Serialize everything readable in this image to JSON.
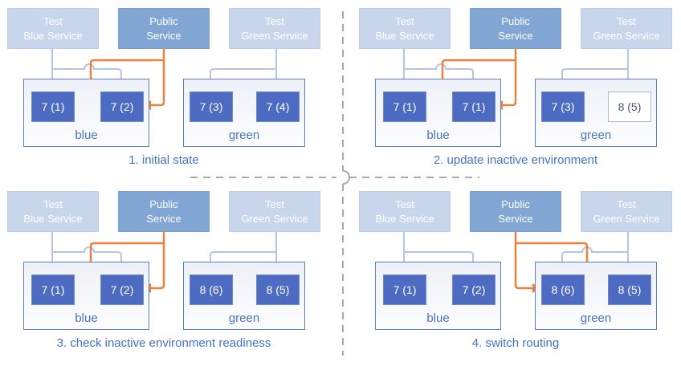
{
  "colors": {
    "service_test_fill": "#c8d6ec",
    "service_public_fill": "#82a6d4",
    "pod_fill": "#4d6bc0",
    "pod_new_border": "#a9bdd9",
    "connector_blue": "#b3c6e3",
    "connector_orange": "#e8823c",
    "env_border": "#5b81c8",
    "caption_blue": "#4472c4",
    "divider_gray": "#a9a9a9"
  },
  "quadrants": [
    {
      "caption": "1. initial state",
      "services": {
        "test_blue": "Test\nBlue Service",
        "public": "Public\nService",
        "test_green": "Test\nGreen Service"
      },
      "environments": [
        {
          "name": "blue",
          "pods": [
            {
              "label": "7 (1)",
              "state": "active"
            },
            {
              "label": "7 (2)",
              "state": "active"
            }
          ]
        },
        {
          "name": "green",
          "pods": [
            {
              "label": "7 (3)",
              "state": "active"
            },
            {
              "label": "7 (4)",
              "state": "active"
            }
          ]
        }
      ],
      "public_route": "blue"
    },
    {
      "caption": "2. update inactive environment",
      "services": {
        "test_blue": "Test\nBlue Service",
        "public": "Public\nService",
        "test_green": "Test\nGreen Service"
      },
      "environments": [
        {
          "name": "blue",
          "pods": [
            {
              "label": "7 (1)",
              "state": "active"
            },
            {
              "label": "7 (1)",
              "state": "active"
            }
          ]
        },
        {
          "name": "green",
          "pods": [
            {
              "label": "7 (3)",
              "state": "active"
            },
            {
              "label": "8 (5)",
              "state": "new"
            }
          ]
        }
      ],
      "public_route": "blue"
    },
    {
      "caption": "3. check inactive environment readiness",
      "services": {
        "test_blue": "Test\nBlue Service",
        "public": "Public\nService",
        "test_green": "Test\nGreen Service"
      },
      "environments": [
        {
          "name": "blue",
          "pods": [
            {
              "label": "7 (1)",
              "state": "active"
            },
            {
              "label": "7 (2)",
              "state": "active"
            }
          ]
        },
        {
          "name": "green",
          "pods": [
            {
              "label": "8 (6)",
              "state": "active"
            },
            {
              "label": "8 (5)",
              "state": "active"
            }
          ]
        }
      ],
      "public_route": "blue"
    },
    {
      "caption": "4. switch routing",
      "services": {
        "test_blue": "Test\nBlue Service",
        "public": "Public\nService",
        "test_green": "Test\nGreen Service"
      },
      "environments": [
        {
          "name": "blue",
          "pods": [
            {
              "label": "7 (1)",
              "state": "active"
            },
            {
              "label": "7 (2)",
              "state": "active"
            }
          ]
        },
        {
          "name": "green",
          "pods": [
            {
              "label": "8 (6)",
              "state": "active"
            },
            {
              "label": "8 (5)",
              "state": "active"
            }
          ]
        }
      ],
      "public_route": "green"
    }
  ]
}
